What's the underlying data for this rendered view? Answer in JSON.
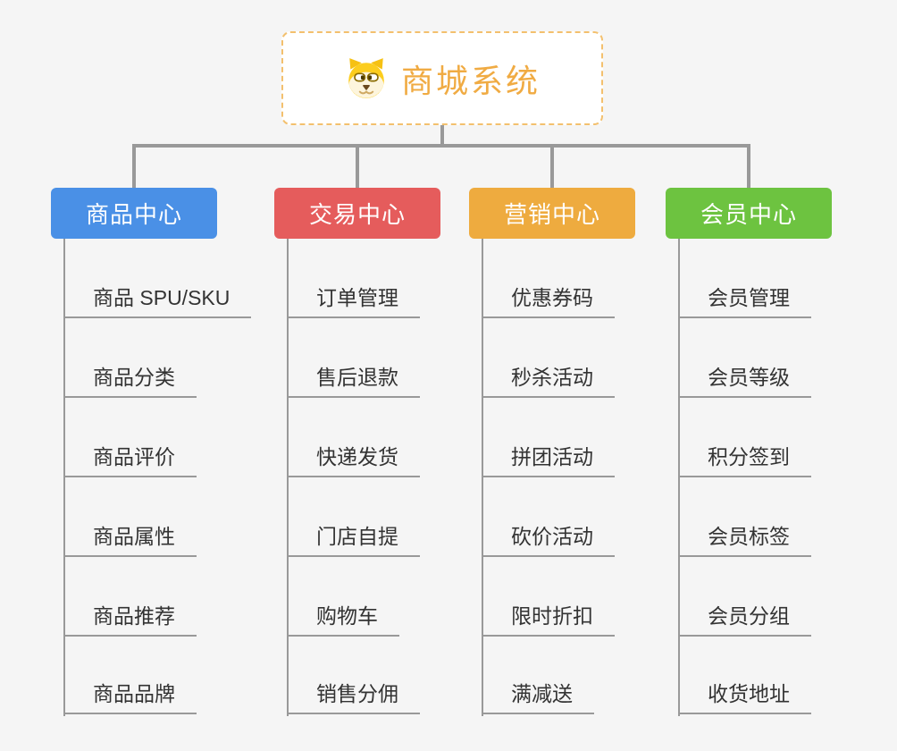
{
  "root": {
    "title": "商城系统",
    "icon": "dog-face-icon"
  },
  "colors": {
    "background": "#f5f5f5",
    "connector": "#999999",
    "leaf_line": "#999999",
    "leaf_text": "#333333",
    "root_border": "#f3c06e",
    "root_title": "#f0ab43",
    "branch_blue": "#4a90e6",
    "branch_red": "#e55c5c",
    "branch_orange": "#eeab3f",
    "branch_green": "#6dc340"
  },
  "branches": [
    {
      "label": "商品中心",
      "color": "#4a90e6",
      "items": [
        "商品 SPU/SKU",
        "商品分类",
        "商品评价",
        "商品属性",
        "商品推荐",
        "商品品牌"
      ]
    },
    {
      "label": "交易中心",
      "color": "#e55c5c",
      "items": [
        "订单管理",
        "售后退款",
        "快递发货",
        "门店自提",
        "购物车",
        "销售分佣"
      ]
    },
    {
      "label": "营销中心",
      "color": "#eeab3f",
      "items": [
        "优惠券码",
        "秒杀活动",
        "拼团活动",
        "砍价活动",
        "限时折扣",
        "满减送"
      ]
    },
    {
      "label": "会员中心",
      "color": "#6dc340",
      "items": [
        "会员管理",
        "会员等级",
        "积分签到",
        "会员标签",
        "会员分组",
        "收货地址"
      ]
    }
  ]
}
